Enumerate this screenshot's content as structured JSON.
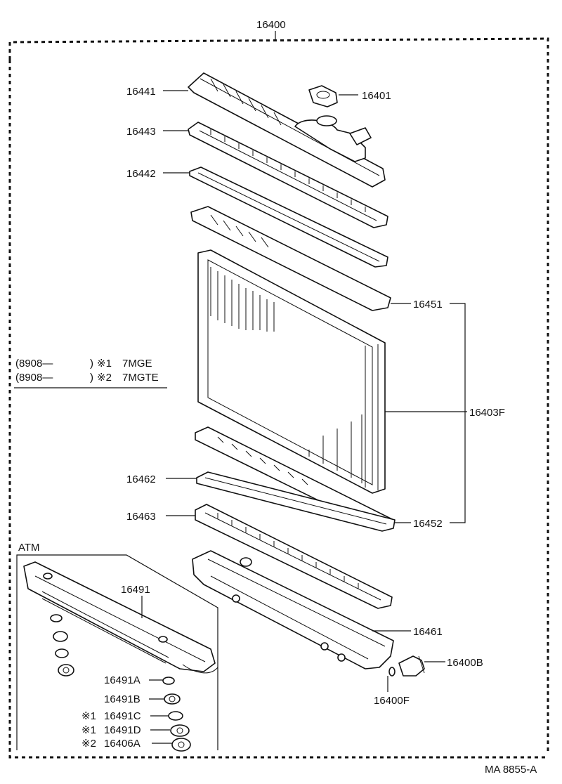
{
  "diagram": {
    "assembly_label": "16400",
    "parts": {
      "upper_tank": "16441",
      "radiator_cap": "16401",
      "upper_plate": "16443",
      "upper_gasket": "16442",
      "core_label_upper": "16451",
      "core_assembly": "16403F",
      "core_label_lower": "16452",
      "lower_gasket": "16462",
      "lower_plate": "16463",
      "lower_tank": "16461",
      "drain_cock": "16400B",
      "drain_cock_washer": "16400F"
    },
    "notes": [
      {
        "code": "(8908—",
        "close": ")",
        "mark": "※1",
        "model": "7MGE"
      },
      {
        "code": "(8908—",
        "close": ")",
        "mark": "※2",
        "model": "7MGTE"
      }
    ],
    "atm": {
      "title": "ATM",
      "cooler": "16491",
      "items": [
        {
          "mark": "",
          "label": "16491A"
        },
        {
          "mark": "",
          "label": "16491B"
        },
        {
          "mark": "※1",
          "label": "16491C"
        },
        {
          "mark": "※1",
          "label": "16491D"
        },
        {
          "mark": "※2",
          "label": "16406A"
        }
      ]
    },
    "footer_code": "MA  8855-A"
  }
}
